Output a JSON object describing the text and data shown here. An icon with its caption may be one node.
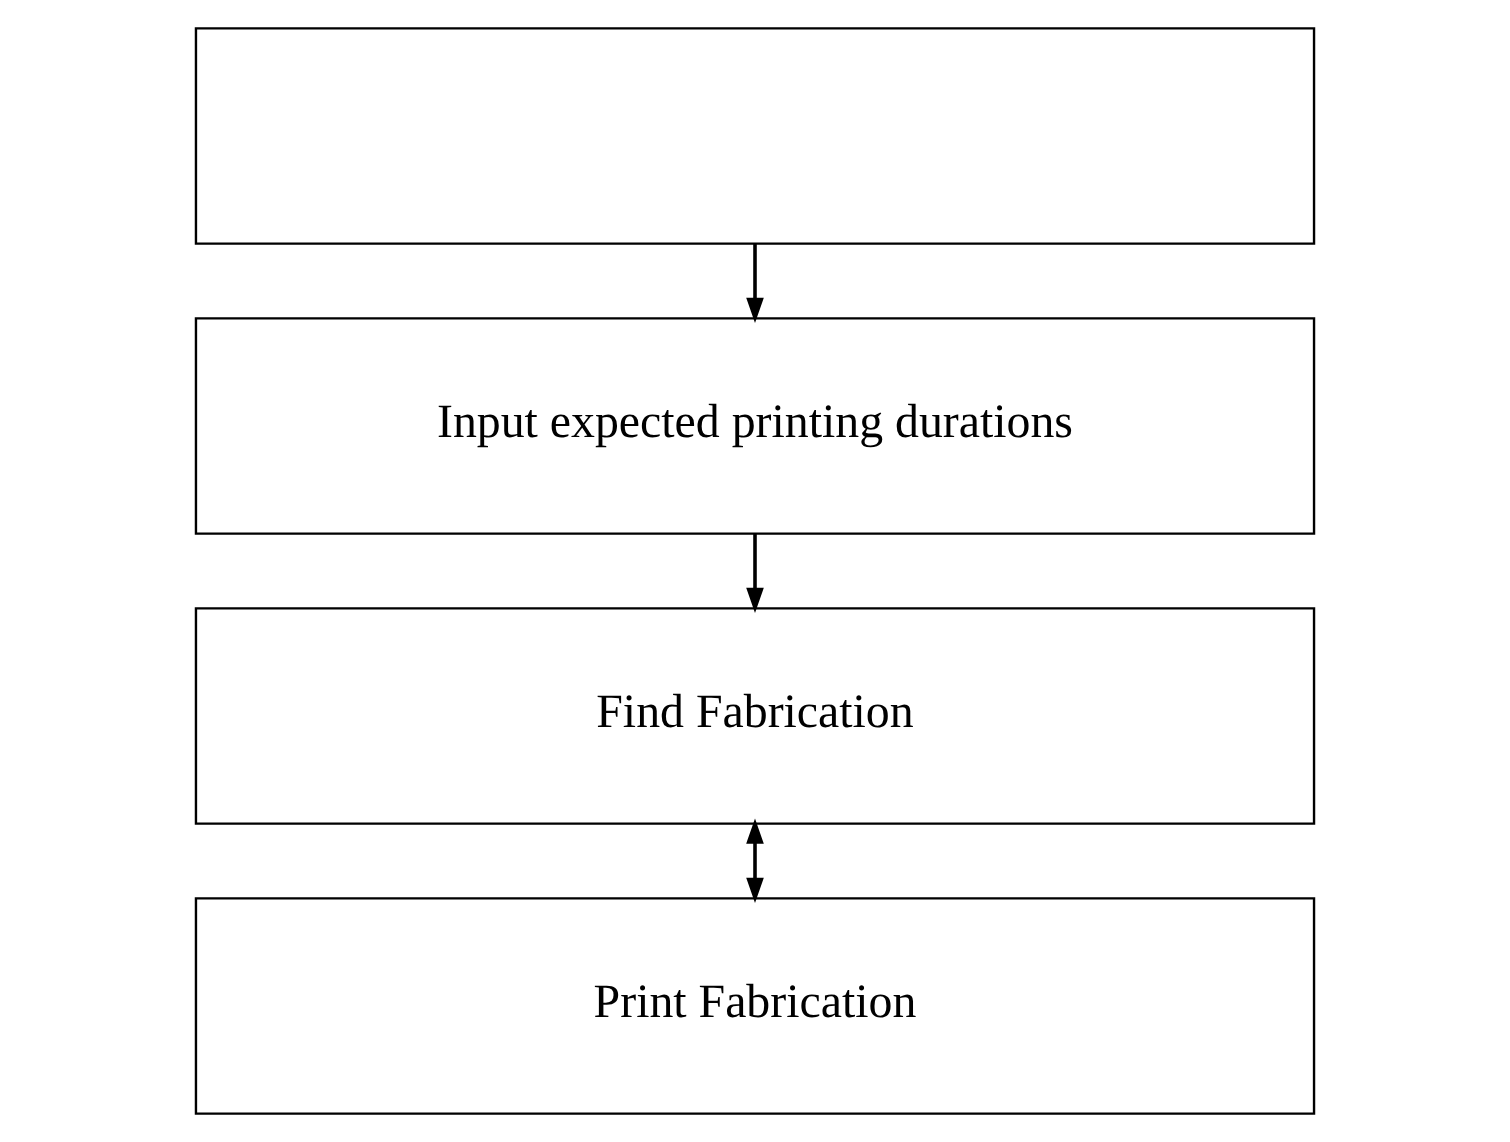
{
  "diagram": {
    "nodes": [
      {
        "text": [],
        "shape": "box"
      },
      {
        "text": [
          "Input expected printing durations"
        ]
      },
      {
        "text": [
          "Find Fabrication"
        ]
      },
      {
        "text": [
          "Print Fabrication"
        ]
      }
    ],
    "edges": [
      {
        "from": 0,
        "to": 1,
        "arrow": "to"
      },
      {
        "from": 1,
        "to": 2,
        "arrow": "to"
      },
      {
        "from": 2,
        "to": 3,
        "arrow": "both"
      }
    ]
  }
}
